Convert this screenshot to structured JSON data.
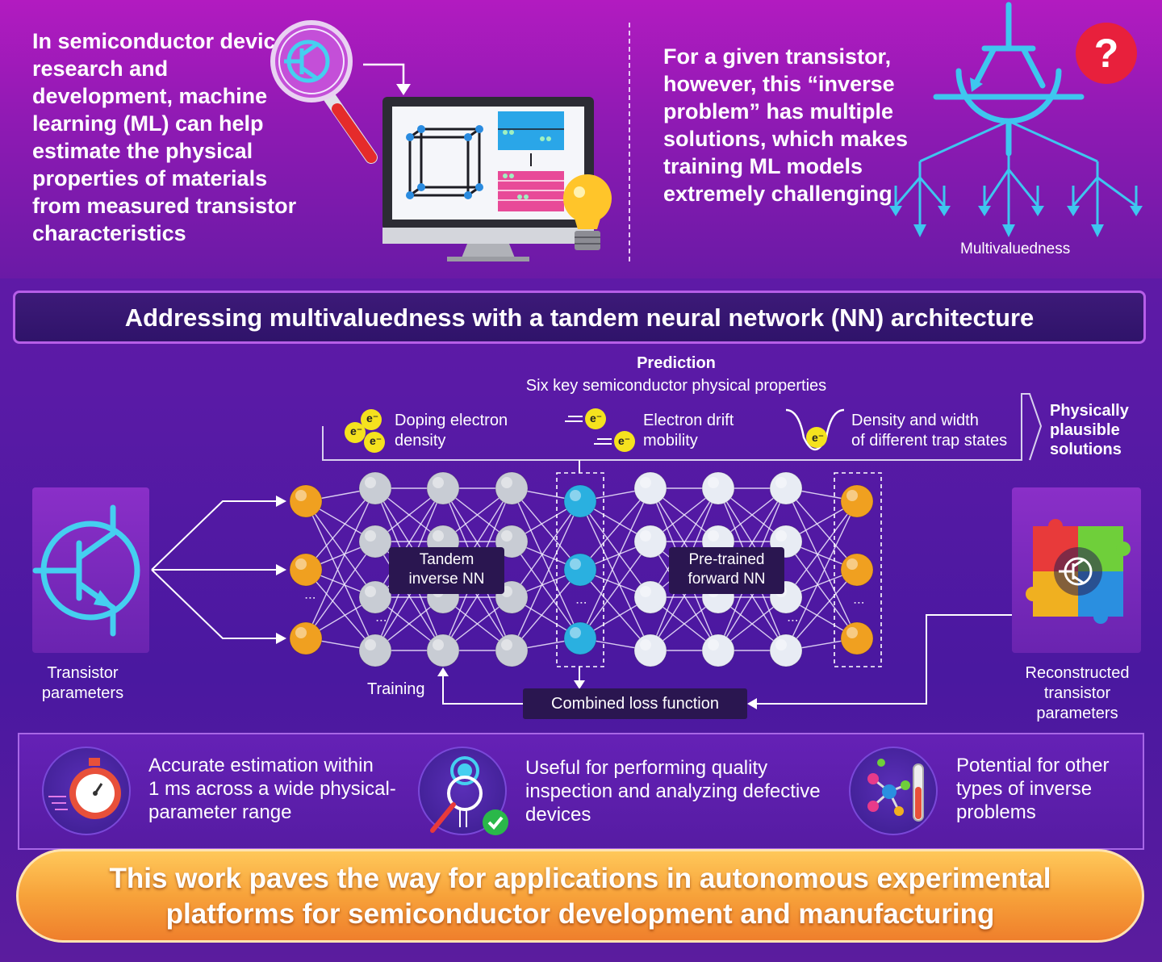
{
  "intro": {
    "text": "In semiconductor device research and development, machine learning (ML) can help estimate the physical properties of materials from measured transistor characteristics"
  },
  "inverse_problem": {
    "text": "For a given transistor, however, this “inverse problem” has multiple solutions, which makes training ML models extremely challenging",
    "question_mark": "?",
    "multivaluedness_label": "Multivaluedness"
  },
  "banner": {
    "title": "Addressing multivaluedness with a tandem neural network (NN) architecture"
  },
  "prediction": {
    "heading": "Prediction",
    "subheading": "Six key semiconductor physical properties",
    "electron_symbol": "e⁻",
    "properties": [
      {
        "line1": "Doping electron",
        "line2": "density"
      },
      {
        "line1": "Electron drift",
        "line2": "mobility"
      },
      {
        "line1": "Density and width",
        "line2": "of different trap states"
      }
    ],
    "plausible": {
      "line1": "Physically",
      "line2": "plausible",
      "line3": "solutions"
    }
  },
  "network": {
    "input_label": {
      "line1": "Transistor",
      "line2": "parameters"
    },
    "inverse_nn": {
      "line1": "Tandem",
      "line2": "inverse NN"
    },
    "forward_nn": {
      "line1": "Pre-trained",
      "line2": "forward NN"
    },
    "training_label": "Training",
    "loss_label": "Combined loss function",
    "output_label": {
      "line1": "Reconstructed",
      "line2": "transistor",
      "line3": "parameters"
    }
  },
  "benefits": [
    {
      "icon": "stopwatch-icon",
      "line1": "Accurate estimation within",
      "line2": "1 ms across a wide physical-",
      "line3": "parameter range"
    },
    {
      "icon": "inspection-magnifier-icon",
      "line1": "Useful for performing quality",
      "line2": "inspection and analyzing defective",
      "line3": "devices"
    },
    {
      "icon": "molecule-testtube-icon",
      "line1": "Potential for other",
      "line2": "types of inverse",
      "line3": "problems"
    }
  ],
  "conclusion": {
    "line1": "This work paves the way for applications in autonomous experimental",
    "line2": "platforms for semiconductor development and manufacturing"
  },
  "colors": {
    "orange_node": "#f0a020",
    "grey_node": "#c8ccd4",
    "blue_node": "#2ab0e0",
    "white_node": "#e8ecf4",
    "accent_cyan": "#4ad0f0",
    "question_red": "#e8203c"
  }
}
